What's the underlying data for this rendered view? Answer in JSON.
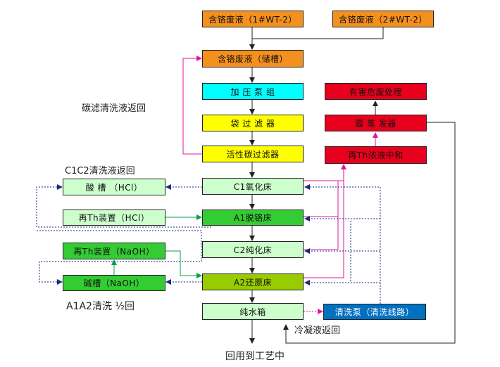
{
  "colors": {
    "orange": "#F4901E",
    "cyan": "#00FFFF",
    "yellow": "#FFFF00",
    "red": "#E8001C",
    "light_green": "#CCFFCC",
    "green": "#33CC33",
    "olive": "#99CC00",
    "blue": "#0070C0",
    "magenta": "#E0169A",
    "dark_green": "#00A050",
    "navy": "#1A2A80"
  },
  "boxes": {
    "waste1": "含铬废液（1#WT-2）",
    "waste2": "含铬废液（2#WT-2）",
    "storage": "含铬废液（储槽）",
    "pump_group": "加 压 泵 组",
    "bag_filter": "袋 过 滤 器",
    "carbon_filter": "活性碳过滤器",
    "c1_bed": "C1氧化床",
    "a1_bed": "A1脱铬床",
    "c2_bed": "C2纯化床",
    "a2_bed": "A2还原床",
    "pure_tank": "纯水箱",
    "wash_pump": "清洗泵（清洗线路）",
    "hazard": "有害危废处理",
    "evaporator": "膜 蒸 发器",
    "neutralize": "再Th浓液中和",
    "acid_tank": "酸 槽 （HCl）",
    "regen_hcl": "再Th装置（HCl）",
    "regen_naoh": "再Th装置（NaOH）",
    "alkali_tank": "碱槽（NaOH）"
  },
  "labels": {
    "carbon_return": "碳滤清洗液返回",
    "c1c2_return": "C1C2清洗液返回",
    "a1a2_return": "A1A2清洗 ½回",
    "condensate_return": "冷凝液返回",
    "reuse": "回用到工艺中"
  }
}
